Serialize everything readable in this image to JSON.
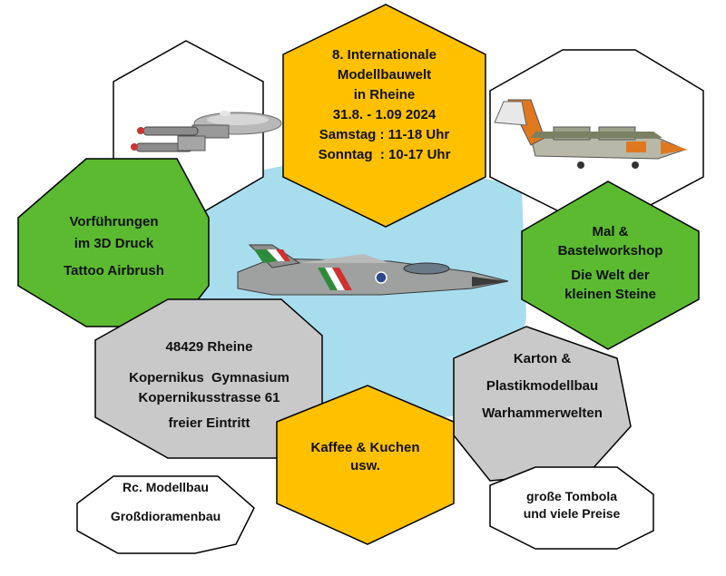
{
  "colors": {
    "yellow": "#FFC000",
    "green": "#5BBA30",
    "gray": "#C9C9C9",
    "sky": "#A8DDEE",
    "white": "#FFFFFF",
    "outline": "#000000"
  },
  "event": {
    "title_1": "8. Internationale",
    "title_2": "Modellbauwelt",
    "title_3": "in Rheine",
    "dates": "31.8. - 1.09 2024",
    "saturday": "Samstag : 11-18 Uhr",
    "sunday": "Sonntag  : 10-17 Uhr"
  },
  "left_green": {
    "line_1": "Vorführungen",
    "line_2": "im 3D Druck",
    "line_3": "Tattoo Airbrush"
  },
  "right_green": {
    "line_1": "Mal &",
    "line_2": "Bastelworkshop",
    "line_3": "Die Welt der",
    "line_4": "kleinen Steine"
  },
  "location": {
    "zip_city": "48429 Rheine",
    "venue": "Kopernikus  Gymnasium",
    "street": "Kopernikusstrasse 61",
    "admission": "freier Eintritt"
  },
  "right_gray": {
    "line_1": "Karton &",
    "line_2": "Plastikmodellbau",
    "line_3": "Warhammerwelten"
  },
  "food": {
    "line_1": "Kaffee & Kuchen",
    "line_2": "usw."
  },
  "bottom_left": {
    "line_1": "Rc. Modellbau",
    "line_2": "Großdioramenbau"
  },
  "bottom_right": {
    "line_1": "große Tombola",
    "line_2": "und viele Preise"
  },
  "images": {
    "top_left": "spaceship-model",
    "top_right": "transport-aircraft-model",
    "center": "fighter-jet-model"
  }
}
